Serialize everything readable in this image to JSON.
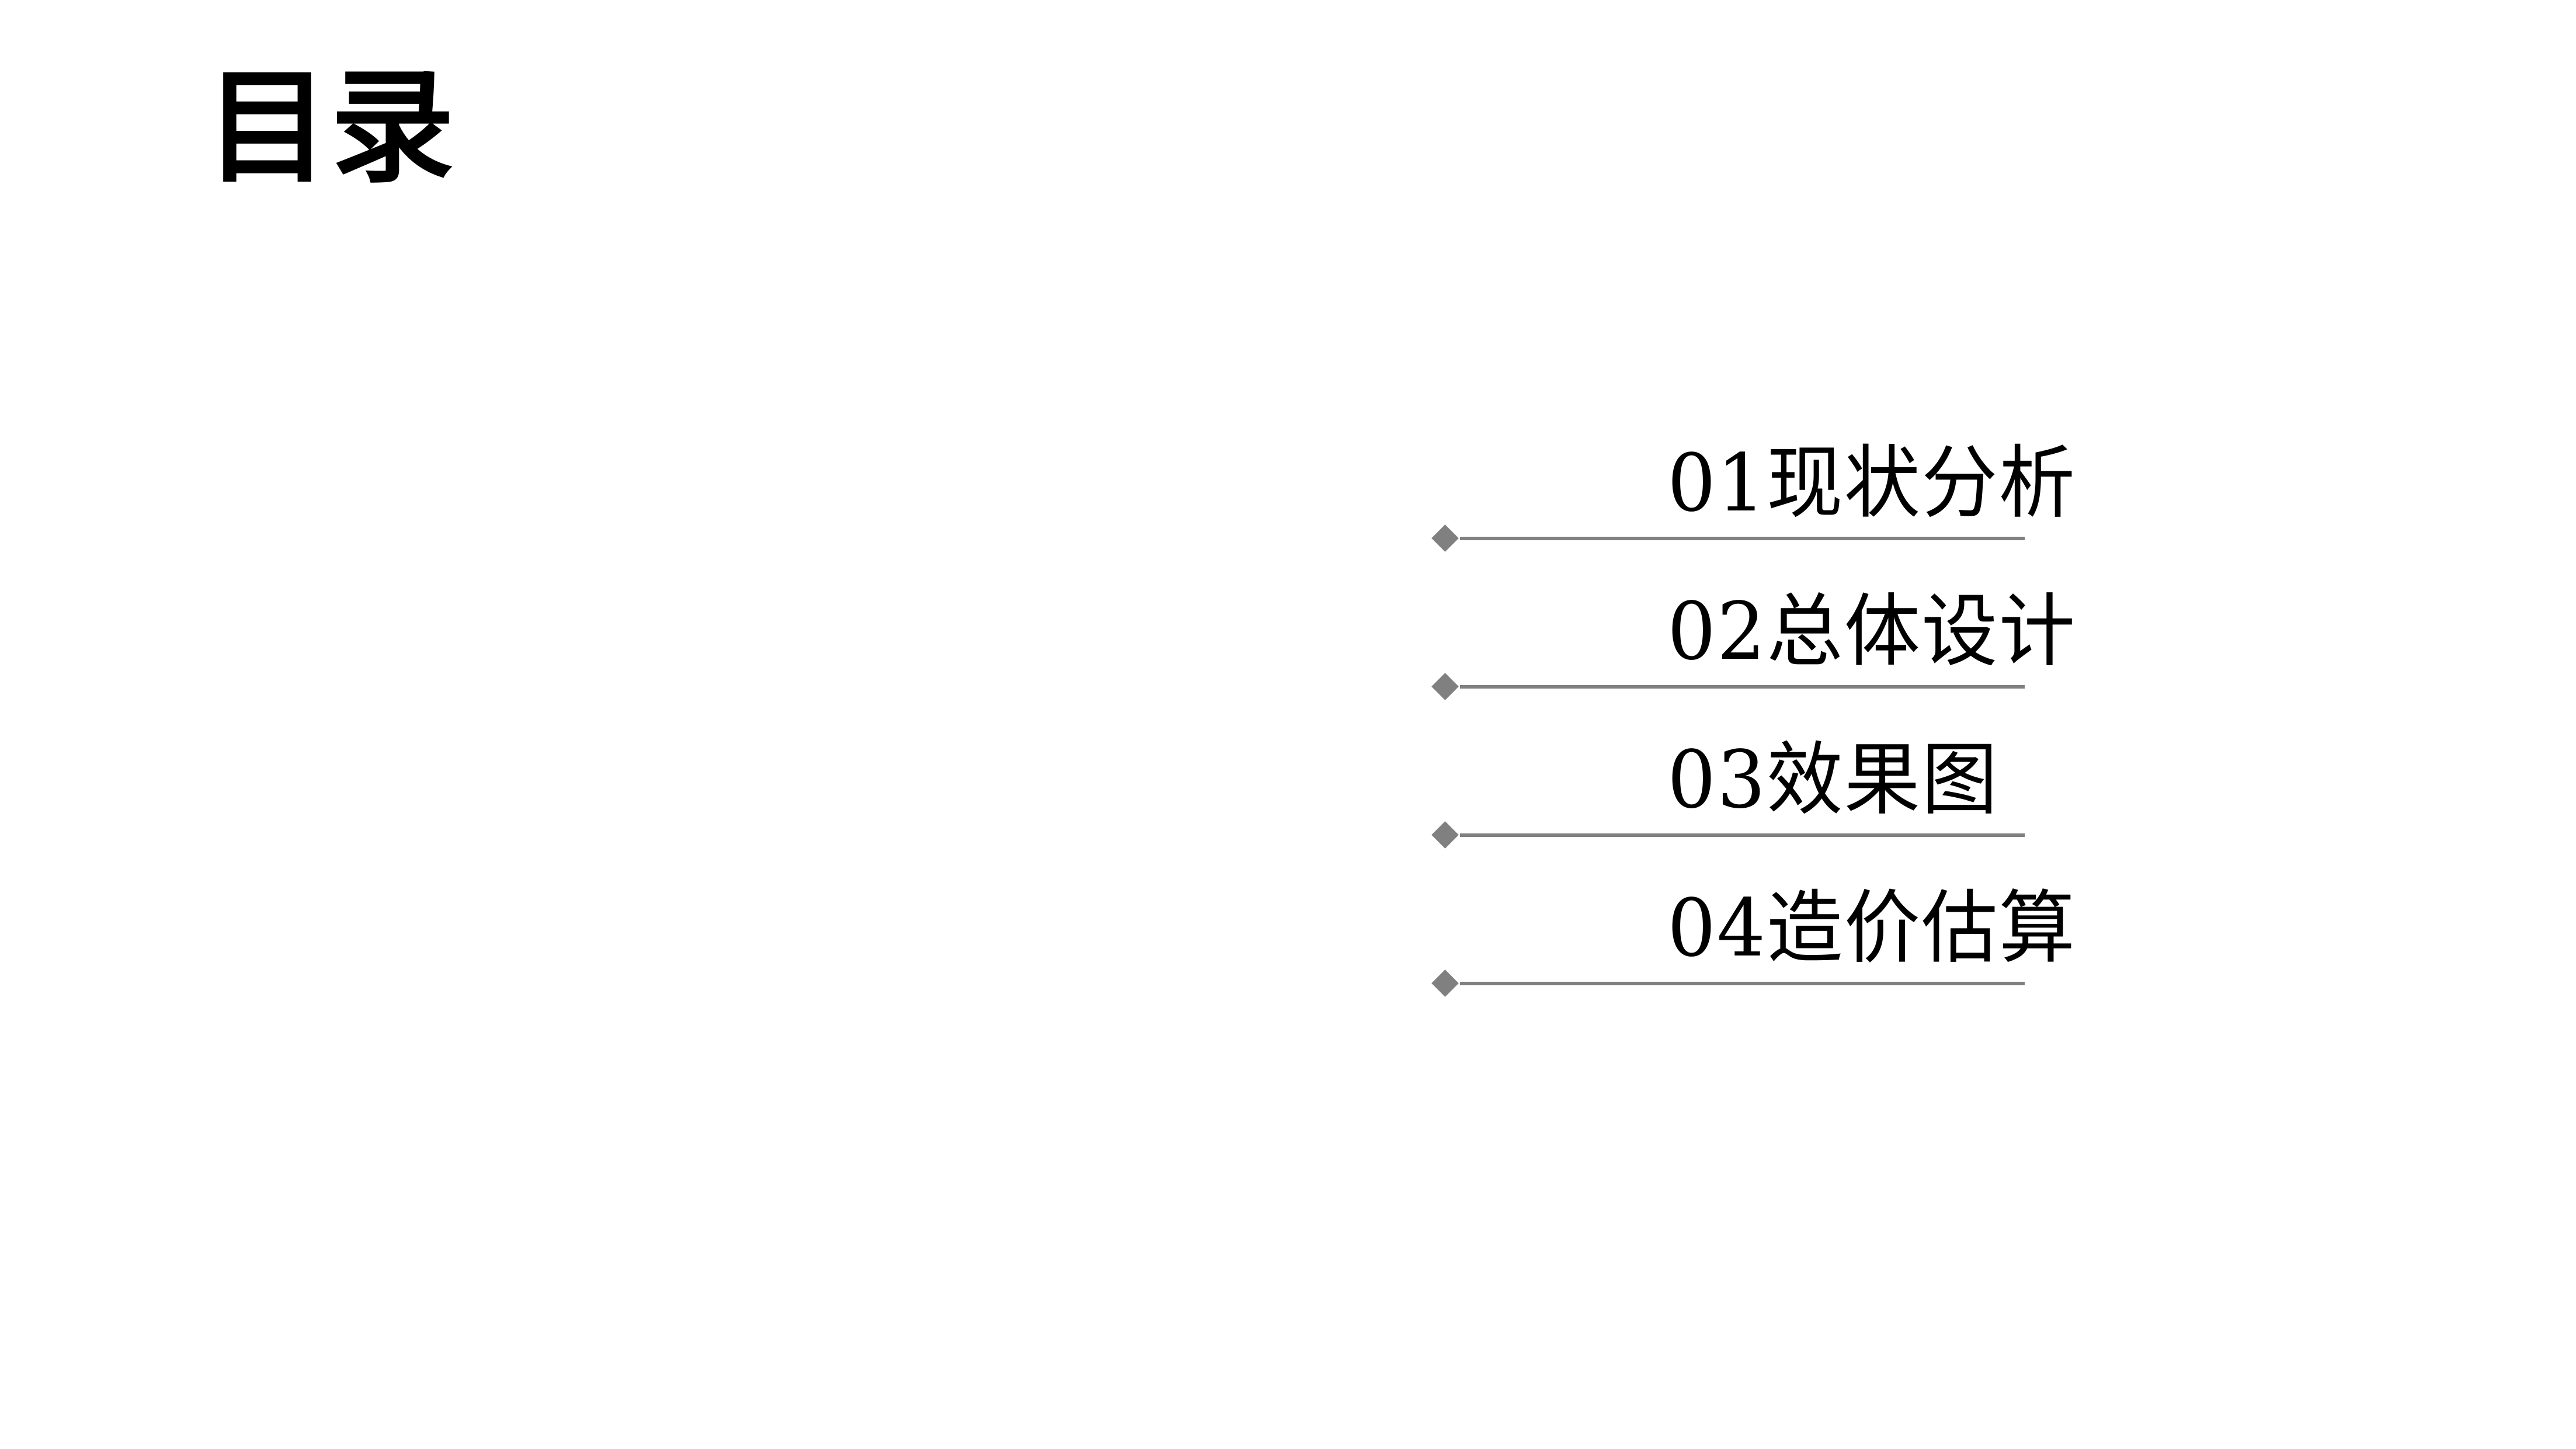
{
  "slide": {
    "title": "目录",
    "background_color": "#ffffff",
    "text_color": "#000000",
    "accent_color": "#808080"
  },
  "toc": {
    "items": [
      {
        "number": "01",
        "name": "现状分析",
        "label": "01现状分析"
      },
      {
        "number": "02",
        "name": "总体设计",
        "label": "02总体设计"
      },
      {
        "number": "03",
        "name": "效果图",
        "label": "03效果图"
      },
      {
        "number": "04",
        "name": "造价估算",
        "label": "04造价估算"
      }
    ]
  }
}
